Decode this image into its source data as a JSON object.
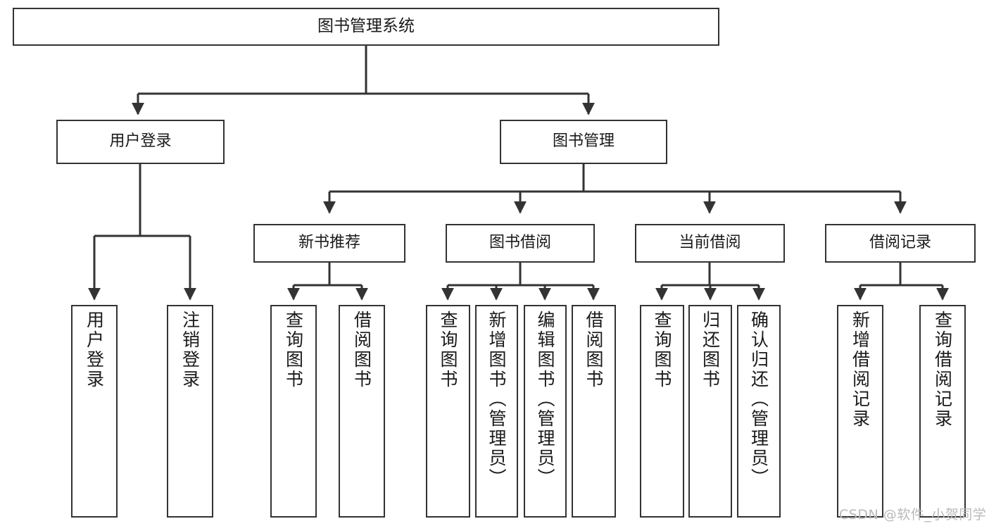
{
  "diagram": {
    "type": "tree-hierarchy-chart",
    "title": "图书管理系统",
    "watermark": "CSDN @软件_小贺同学",
    "colors": {
      "background": "#ffffff",
      "box_border": "#333333",
      "box_fill": "#ffffff",
      "connector": "#333333",
      "text": "#1a1a1a",
      "watermark": "#b9b9b9"
    },
    "nodes": {
      "root": {
        "label": "图书管理系统"
      },
      "level1": [
        {
          "label": "用户登录"
        },
        {
          "label": "图书管理"
        }
      ],
      "level2": [
        {
          "label": "新书推荐"
        },
        {
          "label": "图书借阅"
        },
        {
          "label": "当前借阅"
        },
        {
          "label": "借阅记录"
        }
      ],
      "leaves": [
        {
          "label": "用户登录",
          "parent": "用户登录"
        },
        {
          "label": "注销登录",
          "parent": "用户登录"
        },
        {
          "label": "查询图书",
          "parent": "新书推荐"
        },
        {
          "label": "借阅图书",
          "parent": "新书推荐"
        },
        {
          "label": "查询图书",
          "parent": "图书借阅"
        },
        {
          "label": "新增图书（管理员）",
          "parent": "图书借阅"
        },
        {
          "label": "编辑图书（管理员）",
          "parent": "图书借阅"
        },
        {
          "label": "借阅图书",
          "parent": "图书借阅"
        },
        {
          "label": "查询图书",
          "parent": "当前借阅"
        },
        {
          "label": "归还图书",
          "parent": "当前借阅"
        },
        {
          "label": "确认归还（管理员）",
          "parent": "当前借阅"
        },
        {
          "label": "新增借阅记录",
          "parent": "借阅记录"
        },
        {
          "label": "查询借阅记录",
          "parent": "借阅记录"
        }
      ]
    }
  }
}
